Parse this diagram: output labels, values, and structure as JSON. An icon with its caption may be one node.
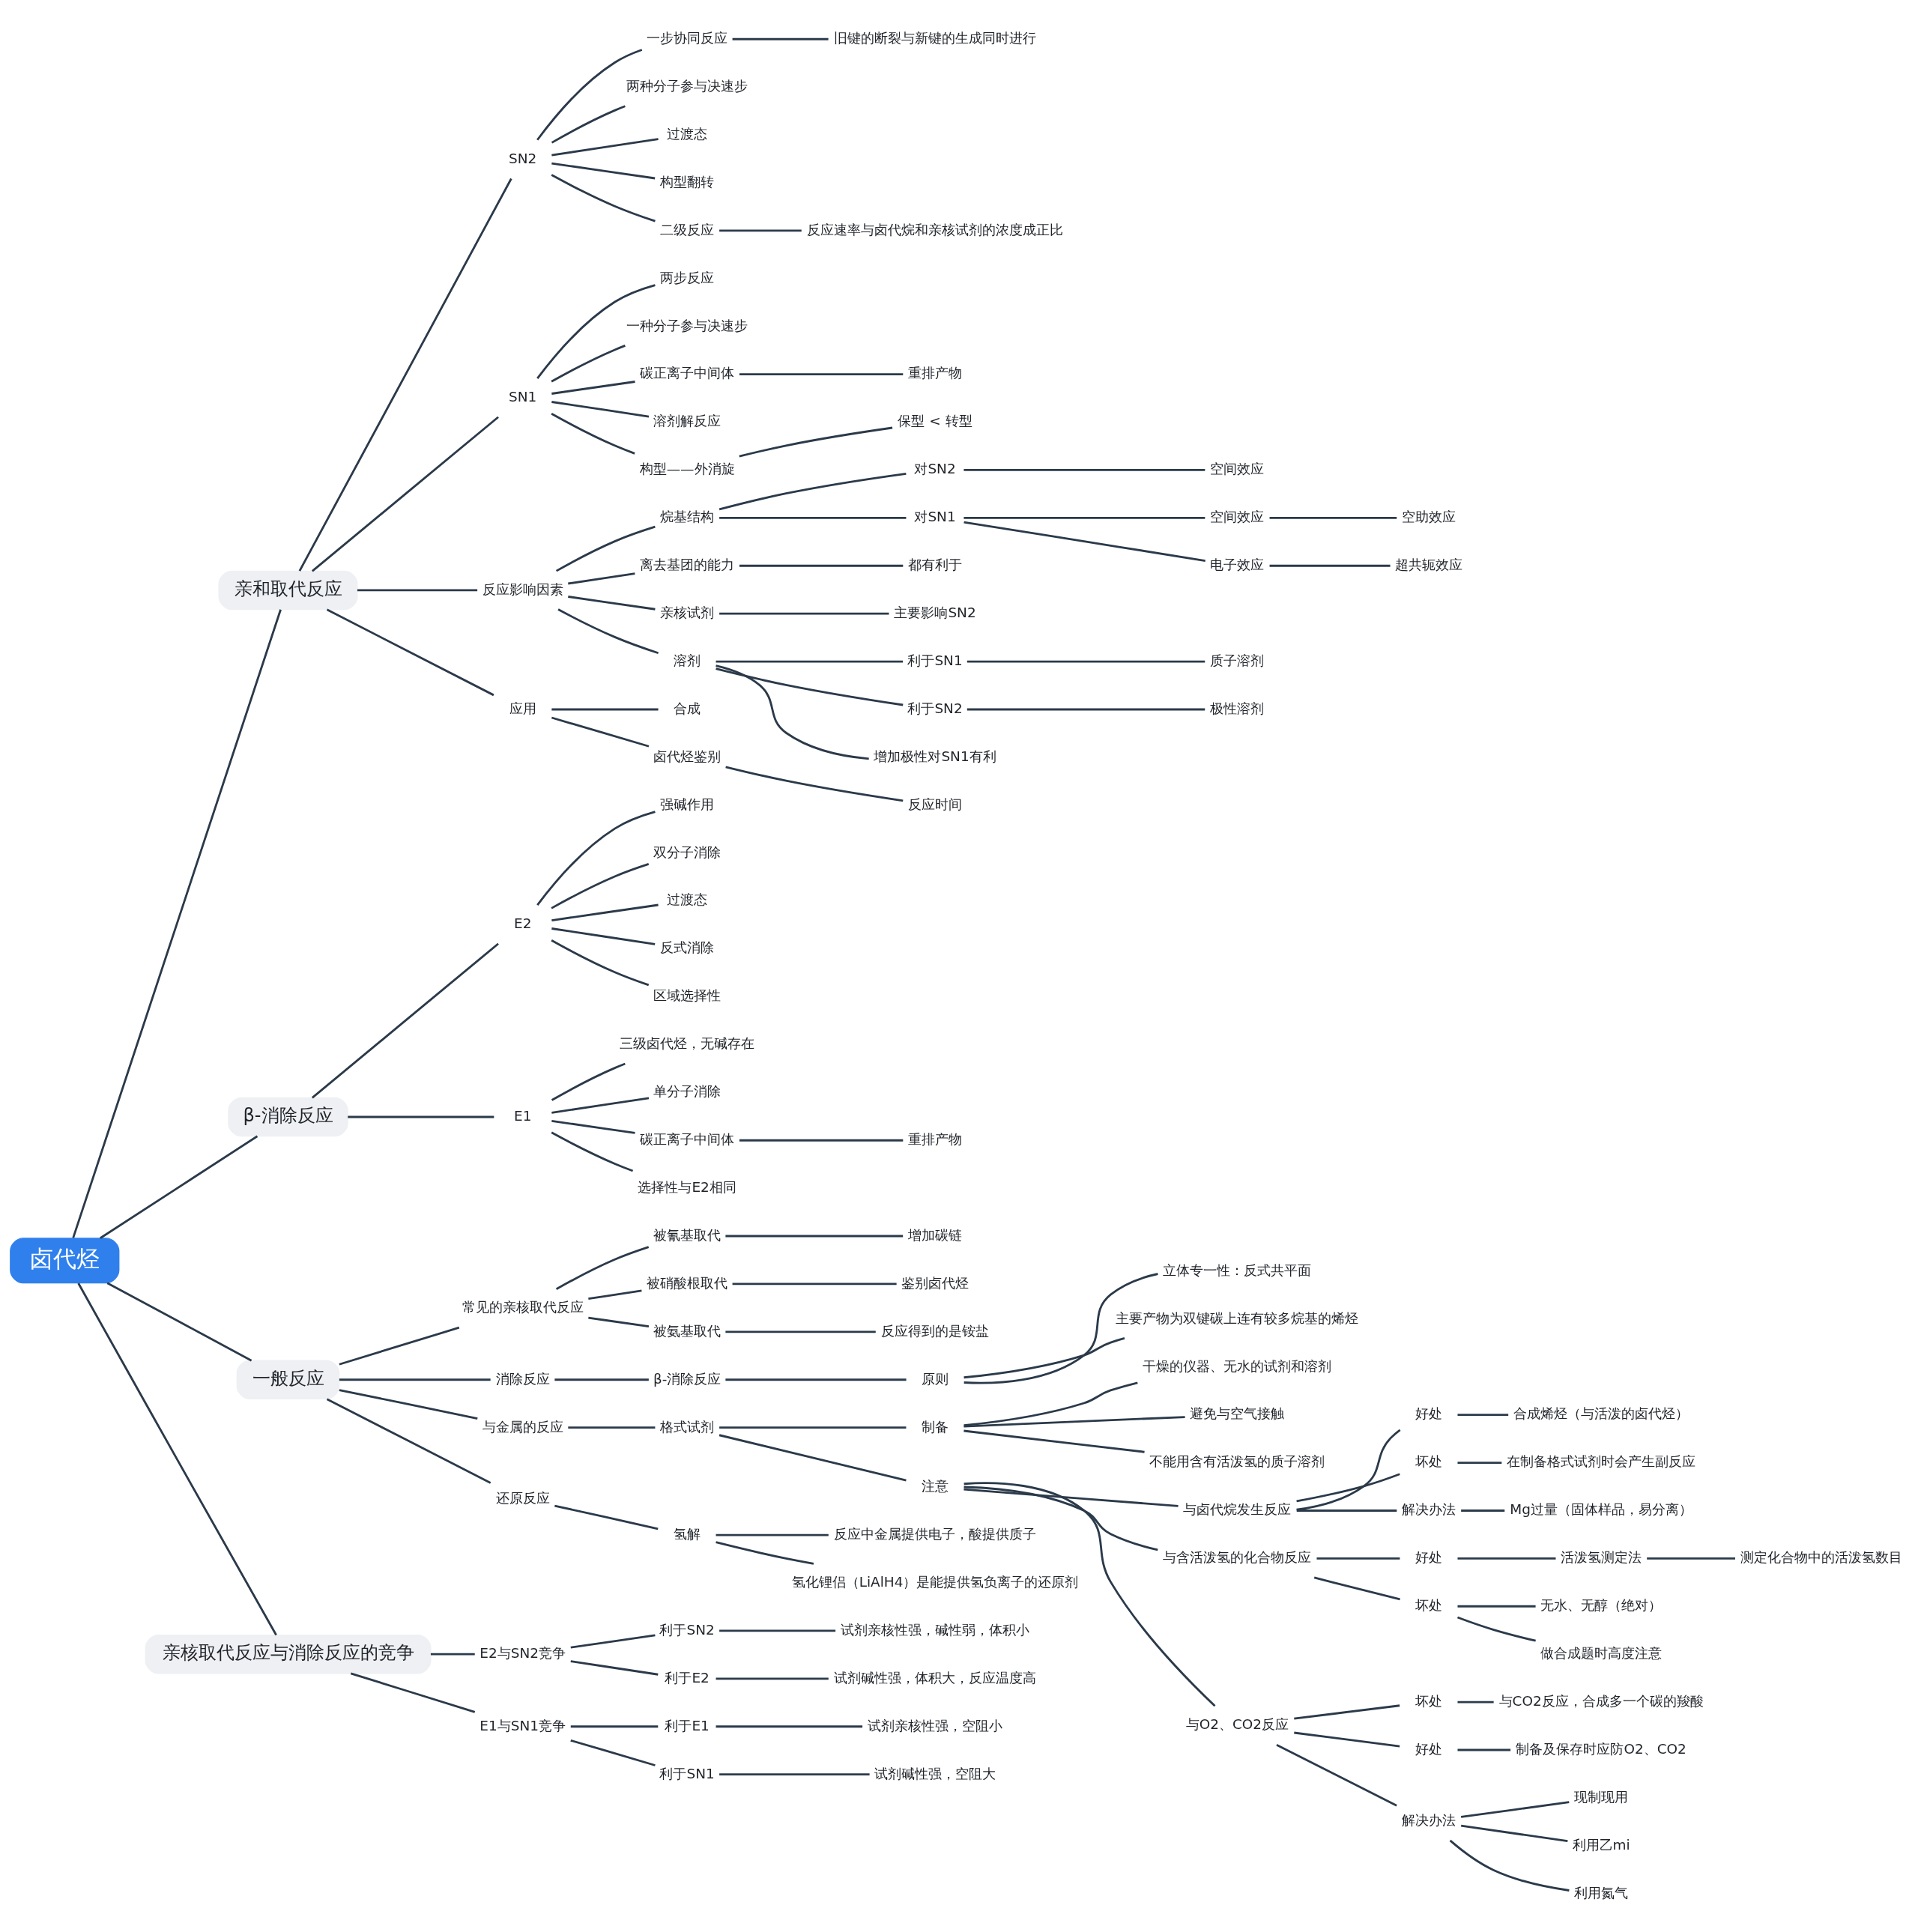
{
  "diagram": {
    "nodes": [
      {
        "text": [
          "卤代烃"
        ]
      },
      {
        "text": [
          "亲和取代反应"
        ]
      },
      {
        "text": [
          "SN2"
        ]
      },
      {
        "text": [
          "一步协同反应"
        ]
      },
      {
        "text": [
          "旧键的断裂与新键的生成同时进行"
        ]
      },
      {
        "text": [
          "两种分子参与决速步"
        ]
      },
      {
        "text": [
          "过渡态"
        ]
      },
      {
        "text": [
          "构型翻转"
        ]
      },
      {
        "text": [
          "二级反应"
        ]
      },
      {
        "text": [
          "反应速率与卤代烷和亲核试剂的浓度成正比"
        ]
      },
      {
        "text": [
          "SN1"
        ]
      },
      {
        "text": [
          "两步反应"
        ]
      },
      {
        "text": [
          "一种分子参与决速步"
        ]
      },
      {
        "text": [
          "碳正离子中间体"
        ]
      },
      {
        "text": [
          "重排产物"
        ]
      },
      {
        "text": [
          "溶剂解反应"
        ]
      },
      {
        "text": [
          "构型——外消旋"
        ]
      },
      {
        "text": [
          "保型 < 转型"
        ]
      },
      {
        "text": [
          "反应影响因素"
        ]
      },
      {
        "text": [
          "烷基结构"
        ]
      },
      {
        "text": [
          "对SN2"
        ]
      },
      {
        "text": [
          "空间效应"
        ]
      },
      {
        "text": [
          "对SN1"
        ]
      },
      {
        "text": [
          "空间效应"
        ]
      },
      {
        "text": [
          "空助效应"
        ]
      },
      {
        "text": [
          "电子效应"
        ]
      },
      {
        "text": [
          "超共轭效应"
        ]
      },
      {
        "text": [
          "离去基团的能力"
        ]
      },
      {
        "text": [
          "都有利于"
        ]
      },
      {
        "text": [
          "亲核试剂"
        ]
      },
      {
        "text": [
          "主要影响SN2"
        ]
      },
      {
        "text": [
          "溶剂"
        ]
      },
      {
        "text": [
          "利于SN1"
        ]
      },
      {
        "text": [
          "质子溶剂"
        ]
      },
      {
        "text": [
          "利于SN2"
        ]
      },
      {
        "text": [
          "极性溶剂"
        ]
      },
      {
        "text": [
          "增加极性对SN1有利"
        ]
      },
      {
        "text": [
          "应用"
        ]
      },
      {
        "text": [
          "合成"
        ]
      },
      {
        "text": [
          "卤代烃鉴别"
        ]
      },
      {
        "text": [
          "反应时间"
        ]
      },
      {
        "text": [
          "β-消除反应"
        ]
      },
      {
        "text": [
          "E2"
        ]
      },
      {
        "text": [
          "强碱作用"
        ]
      },
      {
        "text": [
          "双分子消除"
        ]
      },
      {
        "text": [
          "过渡态"
        ]
      },
      {
        "text": [
          "反式消除"
        ]
      },
      {
        "text": [
          "区域选择性"
        ]
      },
      {
        "text": [
          "E1"
        ]
      },
      {
        "text": [
          "三级卤代烃，无碱存在"
        ]
      },
      {
        "text": [
          "单分子消除"
        ]
      },
      {
        "text": [
          "碳正离子中间体"
        ]
      },
      {
        "text": [
          "重排产物"
        ]
      },
      {
        "text": [
          "选择性与E2相同"
        ]
      },
      {
        "text": [
          "一般反应"
        ]
      },
      {
        "text": [
          "常见的亲核取代反应"
        ]
      },
      {
        "text": [
          "被氰基取代"
        ]
      },
      {
        "text": [
          "增加碳链"
        ]
      },
      {
        "text": [
          "被硝酸根取代"
        ]
      },
      {
        "text": [
          "鉴别卤代烃"
        ]
      },
      {
        "text": [
          "被氨基取代"
        ]
      },
      {
        "text": [
          "反应得到的是铵盐"
        ]
      },
      {
        "text": [
          "消除反应"
        ]
      },
      {
        "text": [
          "β-消除反应"
        ]
      },
      {
        "text": [
          "原则"
        ]
      },
      {
        "text": [
          "立体专一性：反式共平面"
        ]
      },
      {
        "text": [
          "主要产物为双键碳上连有较多烷基的烯烃"
        ]
      },
      {
        "text": [
          "与金属的反应"
        ]
      },
      {
        "text": [
          "格式试剂"
        ]
      },
      {
        "text": [
          "制备"
        ]
      },
      {
        "text": [
          "干燥的仪器、无水的试剂和溶剂"
        ]
      },
      {
        "text": [
          "避免与空气接触"
        ]
      },
      {
        "text": [
          "不能用含有活泼氢的质子溶剂"
        ]
      },
      {
        "text": [
          "注意"
        ]
      },
      {
        "text": [
          "与卤代烷发生反应"
        ]
      },
      {
        "text": [
          "好处"
        ]
      },
      {
        "text": [
          "合成烯烃（与活泼的卤代烃）"
        ]
      },
      {
        "text": [
          "坏处"
        ]
      },
      {
        "text": [
          "在制备格式试剂时会产生副反应"
        ]
      },
      {
        "text": [
          "解决办法"
        ]
      },
      {
        "text": [
          "Mg过量（固体样品，易分离）"
        ]
      },
      {
        "text": [
          "与含活泼氢的化合物反应"
        ]
      },
      {
        "text": [
          "好处"
        ]
      },
      {
        "text": [
          "活泼氢测定法"
        ]
      },
      {
        "text": [
          "测定化合物中的活泼氢数目"
        ]
      },
      {
        "text": [
          "坏处"
        ]
      },
      {
        "text": [
          "无水、无醇（绝对）"
        ]
      },
      {
        "text": [
          "做合成题时高度注意"
        ]
      },
      {
        "text": [
          "与O2、CO2反应"
        ]
      },
      {
        "text": [
          "坏处"
        ]
      },
      {
        "text": [
          "与CO2反应，合成多一个碳的羧酸"
        ]
      },
      {
        "text": [
          "好处"
        ]
      },
      {
        "text": [
          "制备及保存时应防O2、CO2"
        ]
      },
      {
        "text": [
          "解决办法"
        ]
      },
      {
        "text": [
          "现制现用"
        ]
      },
      {
        "text": [
          "利用乙mi"
        ]
      },
      {
        "text": [
          "利用氮气"
        ]
      },
      {
        "text": [
          "还原反应"
        ]
      },
      {
        "text": [
          "氢解"
        ]
      },
      {
        "text": [
          "反应中金属提供电子，酸提供质子"
        ]
      },
      {
        "text": [
          "氢化锂侣（LiAlH4）是能提供氢负离子的还原剂"
        ]
      },
      {
        "text": [
          "亲核取代反应与消除反应的竞争"
        ]
      },
      {
        "text": [
          "E2与SN2竞争"
        ]
      },
      {
        "text": [
          "利于SN2"
        ]
      },
      {
        "text": [
          "试剂亲核性强，碱性弱，体积小"
        ]
      },
      {
        "text": [
          "利于E2"
        ]
      },
      {
        "text": [
          "试剂碱性强，体积大，反应温度高"
        ]
      },
      {
        "text": [
          "E1与SN1竞争"
        ]
      },
      {
        "text": [
          "利于E1"
        ]
      },
      {
        "text": [
          "试剂亲核性强，空阻小"
        ]
      },
      {
        "text": [
          "利于SN1"
        ]
      },
      {
        "text": [
          "试剂碱性强，空阻大"
        ]
      }
    ],
    "edges": [
      {
        "from": 0,
        "to": 1,
        "arrow": "none"
      },
      {
        "from": 1,
        "to": 2,
        "arrow": "none"
      },
      {
        "from": 2,
        "to": 3,
        "arrow": "none"
      },
      {
        "from": 3,
        "to": 4,
        "arrow": "none"
      },
      {
        "from": 2,
        "to": 5,
        "arrow": "none"
      },
      {
        "from": 2,
        "to": 6,
        "arrow": "none"
      },
      {
        "from": 2,
        "to": 7,
        "arrow": "none"
      },
      {
        "from": 2,
        "to": 8,
        "arrow": "none"
      },
      {
        "from": 8,
        "to": 9,
        "arrow": "none"
      },
      {
        "from": 1,
        "to": 10,
        "arrow": "none"
      },
      {
        "from": 10,
        "to": 11,
        "arrow": "none"
      },
      {
        "from": 10,
        "to": 12,
        "arrow": "none"
      },
      {
        "from": 10,
        "to": 13,
        "arrow": "none"
      },
      {
        "from": 13,
        "to": 14,
        "arrow": "none"
      },
      {
        "from": 10,
        "to": 15,
        "arrow": "none"
      },
      {
        "from": 10,
        "to": 16,
        "arrow": "none"
      },
      {
        "from": 16,
        "to": 17,
        "arrow": "none"
      },
      {
        "from": 1,
        "to": 18,
        "arrow": "none"
      },
      {
        "from": 18,
        "to": 19,
        "arrow": "none"
      },
      {
        "from": 19,
        "to": 20,
        "arrow": "none"
      },
      {
        "from": 20,
        "to": 21,
        "arrow": "none"
      },
      {
        "from": 19,
        "to": 22,
        "arrow": "none"
      },
      {
        "from": 22,
        "to": 23,
        "arrow": "none"
      },
      {
        "from": 23,
        "to": 24,
        "arrow": "none"
      },
      {
        "from": 22,
        "to": 25,
        "arrow": "none"
      },
      {
        "from": 25,
        "to": 26,
        "arrow": "none"
      },
      {
        "from": 18,
        "to": 27,
        "arrow": "none"
      },
      {
        "from": 27,
        "to": 28,
        "arrow": "none"
      },
      {
        "from": 18,
        "to": 29,
        "arrow": "none"
      },
      {
        "from": 29,
        "to": 30,
        "arrow": "none"
      },
      {
        "from": 18,
        "to": 31,
        "arrow": "none"
      },
      {
        "from": 31,
        "to": 32,
        "arrow": "none"
      },
      {
        "from": 32,
        "to": 33,
        "arrow": "none"
      },
      {
        "from": 31,
        "to": 34,
        "arrow": "none"
      },
      {
        "from": 34,
        "to": 35,
        "arrow": "none"
      },
      {
        "from": 31,
        "to": 36,
        "arrow": "none"
      },
      {
        "from": 1,
        "to": 37,
        "arrow": "none"
      },
      {
        "from": 37,
        "to": 38,
        "arrow": "none"
      },
      {
        "from": 37,
        "to": 39,
        "arrow": "none"
      },
      {
        "from": 39,
        "to": 40,
        "arrow": "none"
      },
      {
        "from": 0,
        "to": 41,
        "arrow": "none"
      },
      {
        "from": 41,
        "to": 42,
        "arrow": "none"
      },
      {
        "from": 42,
        "to": 43,
        "arrow": "none"
      },
      {
        "from": 42,
        "to": 44,
        "arrow": "none"
      },
      {
        "from": 42,
        "to": 45,
        "arrow": "none"
      },
      {
        "from": 42,
        "to": 46,
        "arrow": "none"
      },
      {
        "from": 42,
        "to": 47,
        "arrow": "none"
      },
      {
        "from": 41,
        "to": 48,
        "arrow": "none"
      },
      {
        "from": 48,
        "to": 49,
        "arrow": "none"
      },
      {
        "from": 48,
        "to": 50,
        "arrow": "none"
      },
      {
        "from": 48,
        "to": 51,
        "arrow": "none"
      },
      {
        "from": 51,
        "to": 52,
        "arrow": "none"
      },
      {
        "from": 48,
        "to": 53,
        "arrow": "none"
      },
      {
        "from": 0,
        "to": 54,
        "arrow": "none"
      },
      {
        "from": 54,
        "to": 55,
        "arrow": "none"
      },
      {
        "from": 55,
        "to": 56,
        "arrow": "none"
      },
      {
        "from": 56,
        "to": 57,
        "arrow": "none"
      },
      {
        "from": 55,
        "to": 58,
        "arrow": "none"
      },
      {
        "from": 58,
        "to": 59,
        "arrow": "none"
      },
      {
        "from": 55,
        "to": 60,
        "arrow": "none"
      },
      {
        "from": 60,
        "to": 61,
        "arrow": "none"
      },
      {
        "from": 54,
        "to": 62,
        "arrow": "none"
      },
      {
        "from": 62,
        "to": 63,
        "arrow": "none"
      },
      {
        "from": 63,
        "to": 64,
        "arrow": "none"
      },
      {
        "from": 64,
        "to": 65,
        "arrow": "none"
      },
      {
        "from": 64,
        "to": 66,
        "arrow": "none"
      },
      {
        "from": 54,
        "to": 67,
        "arrow": "none"
      },
      {
        "from": 67,
        "to": 68,
        "arrow": "none"
      },
      {
        "from": 68,
        "to": 69,
        "arrow": "none"
      },
      {
        "from": 69,
        "to": 70,
        "arrow": "none"
      },
      {
        "from": 69,
        "to": 71,
        "arrow": "none"
      },
      {
        "from": 69,
        "to": 72,
        "arrow": "none"
      },
      {
        "from": 68,
        "to": 73,
        "arrow": "none"
      },
      {
        "from": 73,
        "to": 74,
        "arrow": "none"
      },
      {
        "from": 74,
        "to": 75,
        "arrow": "none"
      },
      {
        "from": 75,
        "to": 76,
        "arrow": "none"
      },
      {
        "from": 74,
        "to": 77,
        "arrow": "none"
      },
      {
        "from": 77,
        "to": 78,
        "arrow": "none"
      },
      {
        "from": 74,
        "to": 79,
        "arrow": "none"
      },
      {
        "from": 79,
        "to": 80,
        "arrow": "none"
      },
      {
        "from": 73,
        "to": 81,
        "arrow": "none"
      },
      {
        "from": 81,
        "to": 82,
        "arrow": "none"
      },
      {
        "from": 82,
        "to": 83,
        "arrow": "none"
      },
      {
        "from": 83,
        "to": 84,
        "arrow": "none"
      },
      {
        "from": 81,
        "to": 85,
        "arrow": "none"
      },
      {
        "from": 85,
        "to": 86,
        "arrow": "none"
      },
      {
        "from": 85,
        "to": 87,
        "arrow": "none"
      },
      {
        "from": 73,
        "to": 88,
        "arrow": "none"
      },
      {
        "from": 88,
        "to": 89,
        "arrow": "none"
      },
      {
        "from": 89,
        "to": 90,
        "arrow": "none"
      },
      {
        "from": 88,
        "to": 91,
        "arrow": "none"
      },
      {
        "from": 91,
        "to": 92,
        "arrow": "none"
      },
      {
        "from": 88,
        "to": 93,
        "arrow": "none"
      },
      {
        "from": 93,
        "to": 94,
        "arrow": "none"
      },
      {
        "from": 93,
        "to": 95,
        "arrow": "none"
      },
      {
        "from": 93,
        "to": 96,
        "arrow": "none"
      },
      {
        "from": 54,
        "to": 97,
        "arrow": "none"
      },
      {
        "from": 97,
        "to": 98,
        "arrow": "none"
      },
      {
        "from": 98,
        "to": 99,
        "arrow": "none"
      },
      {
        "from": 98,
        "to": 100,
        "arrow": "none"
      },
      {
        "from": 0,
        "to": 101,
        "arrow": "none"
      },
      {
        "from": 101,
        "to": 102,
        "arrow": "none"
      },
      {
        "from": 102,
        "to": 103,
        "arrow": "none"
      },
      {
        "from": 103,
        "to": 104,
        "arrow": "none"
      },
      {
        "from": 102,
        "to": 105,
        "arrow": "none"
      },
      {
        "from": 105,
        "to": 106,
        "arrow": "none"
      },
      {
        "from": 101,
        "to": 107,
        "arrow": "none"
      },
      {
        "from": 107,
        "to": 108,
        "arrow": "none"
      },
      {
        "from": 108,
        "to": 109,
        "arrow": "none"
      },
      {
        "from": 107,
        "to": 110,
        "arrow": "none"
      },
      {
        "from": 110,
        "to": 111,
        "arrow": "none"
      }
    ]
  }
}
